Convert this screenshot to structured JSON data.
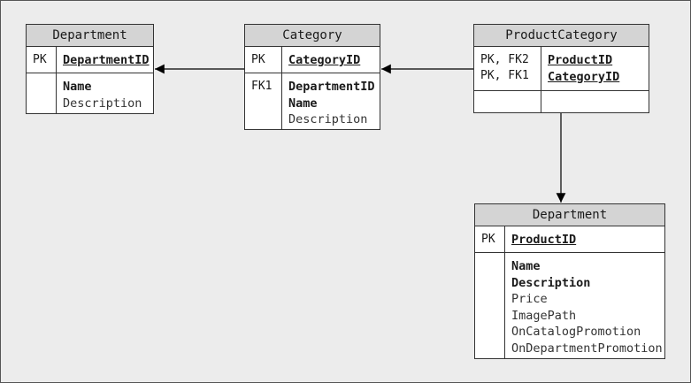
{
  "entities": {
    "department": {
      "title": "Department",
      "pk_keys": [
        "PK"
      ],
      "pk_attrs": [
        "DepartmentID"
      ],
      "other_keys": [],
      "required_attrs": [
        "Name"
      ],
      "optional_attrs": [
        "Description"
      ]
    },
    "category": {
      "title": "Category",
      "pk_keys": [
        "PK"
      ],
      "pk_attrs": [
        "CategoryID"
      ],
      "other_keys": [
        "FK1"
      ],
      "required_attrs": [
        "DepartmentID",
        "Name"
      ],
      "optional_attrs": [
        "Description"
      ]
    },
    "product_category": {
      "title": "ProductCategory",
      "pk_keys": [
        "PK, FK2",
        "PK, FK1"
      ],
      "pk_attrs": [
        "ProductID",
        "CategoryID"
      ],
      "other_keys": [],
      "required_attrs": [],
      "optional_attrs": []
    },
    "product": {
      "title": "Department",
      "pk_keys": [
        "PK"
      ],
      "pk_attrs": [
        "ProductID"
      ],
      "other_keys": [],
      "required_attrs": [
        "Name",
        "Description"
      ],
      "optional_attrs": [
        "Price",
        "ImagePath",
        "OnCatalogPromotion",
        "OnDepartmentPromotion"
      ]
    }
  },
  "colors": {
    "background": "#ececec",
    "title_bar": "#d4d4d4",
    "border": "#333333",
    "line": "#000000"
  }
}
